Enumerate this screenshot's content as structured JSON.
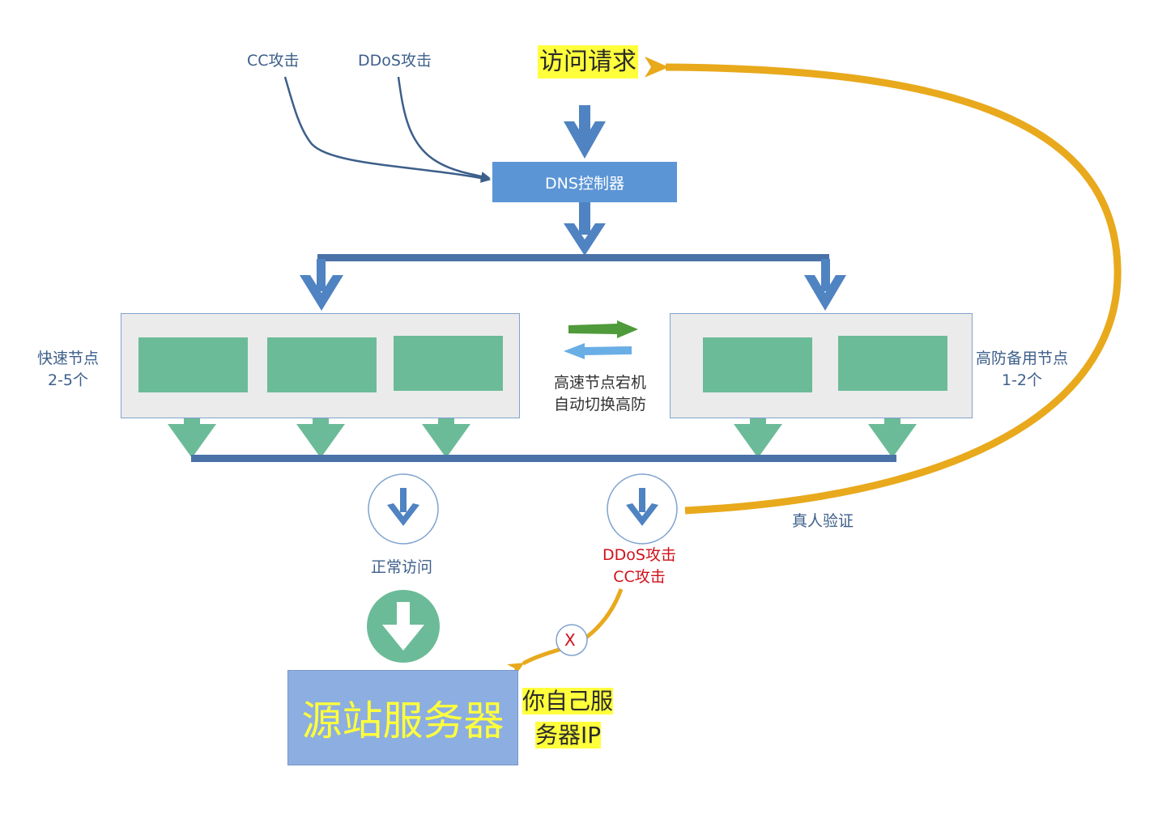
{
  "labels": {
    "cc_attack_top": "CC攻击",
    "ddos_attack_top": "DDoS攻击",
    "access_request": "访问请求",
    "dns_controller": "DNS控制器",
    "fast_nodes_line1": "快速节点",
    "fast_nodes_line2": "2-5个",
    "failover_line1": "高速节点宕机",
    "failover_line2": "自动切换高防",
    "backup_nodes_line1": "高防备用节点",
    "backup_nodes_line2": "1-2个",
    "normal_access": "正常访问",
    "attack_ddos": "DDoS攻击",
    "attack_cc": "CC攻击",
    "human_verify": "真人验证",
    "blocked_mark": "X",
    "origin_server": "源站服务器",
    "your_ip_line1": "你自己服",
    "your_ip_line2": "务器IP"
  },
  "colors": {
    "flow_blue": "#5b8fce",
    "line_blue": "#4a72a8",
    "node_green": "#6cbb98",
    "verify_orange": "#e8a91c",
    "highlight_yellow": "#ffff3c",
    "attack_red": "#d0111b",
    "switch_green": "#4f9a3a",
    "switch_blue": "#6aaee6"
  },
  "icons": [
    "arrow-down-circle-icon",
    "arrow-down-circle-icon",
    "arrow-down-filled-circle-icon",
    "switch-arrows-icon"
  ]
}
